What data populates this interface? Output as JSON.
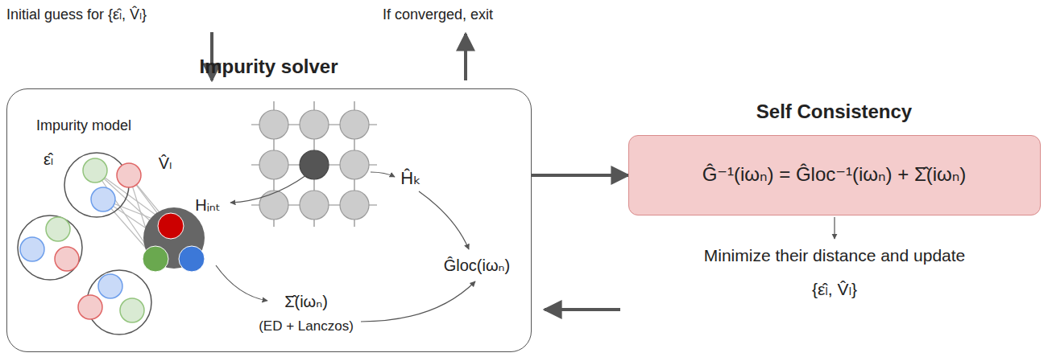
{
  "diagram": {
    "nodes": [
      {
        "text": [
          "Impurity solver"
        ]
      },
      {
        "text": [
          "Self Consistency",
          "Ĝ⁻¹(iωₙ) = Ĝloc⁻¹(iωₙ) + Σ̂(iωₙ)"
        ]
      }
    ],
    "edges": [
      {
        "from": 0,
        "to": 1,
        "arrow": "to"
      }
    ],
    "labels": [
      "Initial guess for {ε̂ₗ, V̂ₗ}",
      "If converged, exit",
      "Impurity model",
      "ε̂ₗ",
      "V̂ₗ",
      "Hᵢₙₜ",
      "Ĥₖ",
      "Ĝloc(iωₙ)",
      "Σ̂(iωₙ)",
      "(ED + Lanczos)",
      "Minimize their distance and update",
      "{ε̂ₗ, V̂ₗ}"
    ]
  }
}
